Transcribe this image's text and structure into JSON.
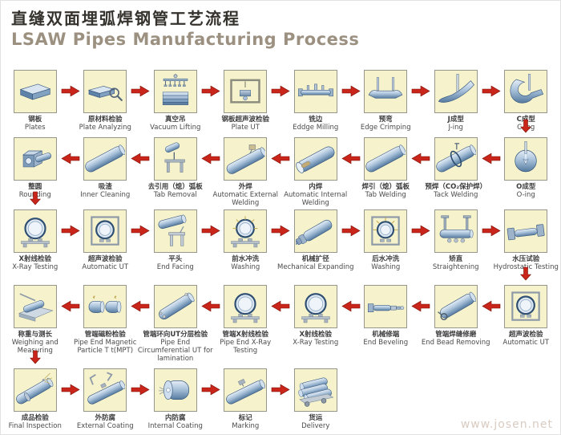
{
  "title": {
    "cn": "直缝双面埋弧焊钢管工艺流程",
    "en": "LSAW Pipes Manufacturing Process"
  },
  "watermark": "www.josen.net",
  "colors": {
    "arrow_red": "#c9251b",
    "arrow_red_dark": "#7e0f06",
    "box_fill": "#f6f3cc",
    "box_border": "#97968a",
    "title_cn": "#35312c",
    "title_en": "#9c9181",
    "label_text": "#3d3d3d",
    "steel_blue": "#7d9cbd",
    "watermark": "#d9cbc1",
    "background": "#ffffff"
  },
  "flow": {
    "rows": [
      {
        "direction": "right",
        "steps": [
          {
            "cn": "钢板",
            "en": "Plates",
            "icon": "steel-plate-icon"
          },
          {
            "cn": "原材料检验",
            "en": "Plate Analyzing",
            "icon": "plate-analyzing-icon"
          },
          {
            "cn": "真空吊",
            "en": "Vacuum Lifting",
            "icon": "vacuum-crane-icon"
          },
          {
            "cn": "钢板超声波检验",
            "en": "Plate UT",
            "icon": "ut-gantry-icon"
          },
          {
            "cn": "铣边",
            "en": "Eddge Milling",
            "icon": "edge-mill-icon"
          },
          {
            "cn": "预弯",
            "en": "Edge Crimping",
            "icon": "crimped-plate-icon"
          },
          {
            "cn": "J成型",
            "en": "J-ing",
            "icon": "j-forming-icon"
          },
          {
            "cn": "C成型",
            "en": "C-ing",
            "icon": "c-forming-icon"
          }
        ]
      },
      {
        "direction": "left",
        "steps": [
          {
            "cn": "整圆",
            "en": "Rounding",
            "icon": "rounding-machine-icon"
          },
          {
            "cn": "吸渣",
            "en": "Inner Cleaning",
            "icon": "pipe-icon"
          },
          {
            "cn": "去引用（熄）弧板",
            "en": "Tab Removal",
            "icon": "tab-removal-torch-icon"
          },
          {
            "cn": "外焊",
            "en": "Automatic External Welding",
            "icon": "external-welder-icon"
          },
          {
            "cn": "内焊",
            "en": "Automatic Internal Welding",
            "icon": "internal-weld-pipe-icon"
          },
          {
            "cn": "焊引（熄）弧板",
            "en": "Tab Welding",
            "icon": "pipe-icon"
          },
          {
            "cn": "预焊（CO₂保护焊）",
            "en": "Tack Welding",
            "icon": "tack-weld-clamp-icon"
          },
          {
            "cn": "O成型",
            "en": "O-ing",
            "icon": "o-forming-icon"
          }
        ]
      },
      {
        "direction": "right",
        "steps": [
          {
            "cn": "X射线检验",
            "en": "X-Ray Testing",
            "icon": "pipe-end-stand-icon"
          },
          {
            "cn": "超声波检验",
            "en": "Automatic UT",
            "icon": "ut-frame-icon"
          },
          {
            "cn": "平头",
            "en": "End Facing",
            "icon": "end-facing-icon"
          },
          {
            "cn": "前水冲洗",
            "en": "Washing",
            "icon": "washing-spray-icon"
          },
          {
            "cn": "机械扩径",
            "en": "Mechanical Expanding",
            "icon": "expander-icon"
          },
          {
            "cn": "后水冲洗",
            "en": "Washing",
            "icon": "washing-frame-icon"
          },
          {
            "cn": "矫直",
            "en": "Straightening",
            "icon": "straightener-icon"
          },
          {
            "cn": "水压试验",
            "en": "Hydrostatic Testing",
            "icon": "hydro-press-icon"
          }
        ]
      },
      {
        "direction": "left",
        "steps": [
          {
            "cn": "称重与测长",
            "en": "Weighing and Measuring",
            "icon": "weighbridge-icon"
          },
          {
            "cn": "管端磁粉检验",
            "en": "Pipe End Magnetic Particle T t(MPT)",
            "icon": "pipe-couple-icon"
          },
          {
            "cn": "管端环向UT分层检验",
            "en": "Pipe End Circumferential UT for lamination",
            "icon": "pipe-scanner-icon"
          },
          {
            "cn": "管端X射线检验",
            "en": "Pipe End X-Ray Testing",
            "icon": "pipe-end-stand-icon"
          },
          {
            "cn": "X射线检验",
            "en": "X-Ray Testing",
            "icon": "pipe-end-stand-icon"
          },
          {
            "cn": "机械修端",
            "en": "End Beveling",
            "icon": "beveling-machine-icon"
          },
          {
            "cn": "管端焊缝修磨",
            "en": "End Bead Removing",
            "icon": "grinder-pipe-icon"
          },
          {
            "cn": "超声波检验",
            "en": "Automatic UT",
            "icon": "ut-frame-icon"
          }
        ]
      },
      {
        "direction": "right",
        "steps": [
          {
            "cn": "成品检验",
            "en": "Final Inspection",
            "icon": "inspection-spray-icon"
          },
          {
            "cn": "外防腐",
            "en": "External Coating",
            "icon": "coating-arms-icon"
          },
          {
            "cn": "内防腐",
            "en": "Internal Coating",
            "icon": "inner-coating-cylinder-icon"
          },
          {
            "cn": "标记",
            "en": "Marking",
            "icon": "marking-pipe-icon"
          },
          {
            "cn": "货运",
            "en": "Delivery",
            "icon": "pipes-cart-icon"
          }
        ]
      }
    ],
    "connectors": [
      {
        "after_row": 1,
        "column": 8,
        "type": "down"
      },
      {
        "after_row": 2,
        "column": 1,
        "type": "down"
      },
      {
        "after_row": 3,
        "column": 8,
        "type": "down"
      },
      {
        "after_row": 4,
        "column": 1,
        "type": "down"
      }
    ]
  }
}
